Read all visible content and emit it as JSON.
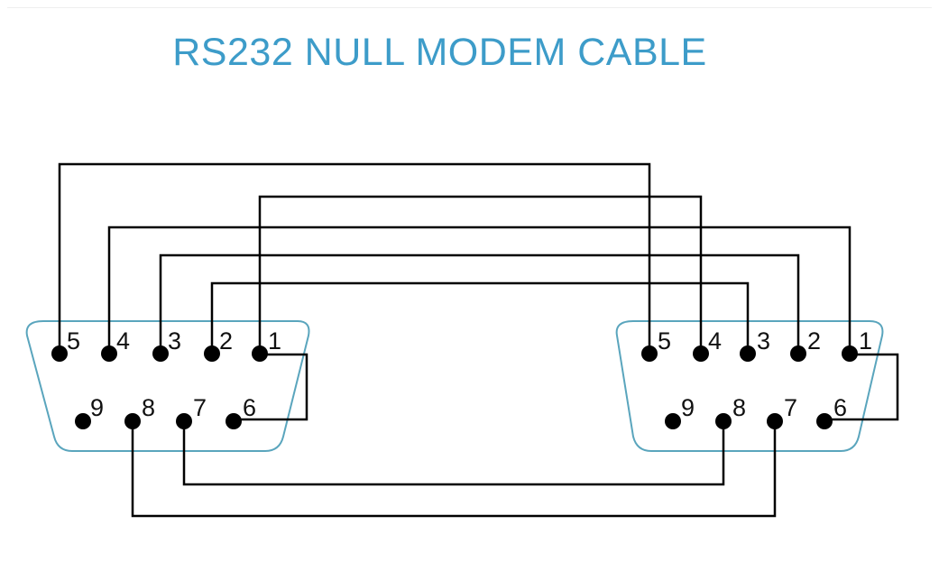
{
  "title": "RS232 NULL MODEM CABLE",
  "colors": {
    "title": "#3d9cc9",
    "connector_outline": "#5aa5bd",
    "wire": "#000000",
    "pin": "#000000"
  },
  "connectors": [
    {
      "id": "left",
      "top_row_pins": [
        "5",
        "4",
        "3",
        "2",
        "1"
      ],
      "bottom_row_pins": [
        "9",
        "8",
        "7",
        "6"
      ]
    },
    {
      "id": "right",
      "top_row_pins": [
        "5",
        "4",
        "3",
        "2",
        "1"
      ],
      "bottom_row_pins": [
        "9",
        "8",
        "7",
        "6"
      ]
    }
  ],
  "connections": [
    {
      "from": "left-5",
      "to": "right-5"
    },
    {
      "from": "left-2",
      "to": "right-3"
    },
    {
      "from": "left-3",
      "to": "right-2"
    },
    {
      "from": "left-4",
      "to": "right-1"
    },
    {
      "from": "left-1",
      "to": "right-4"
    },
    {
      "from": "left-1",
      "to": "left-6"
    },
    {
      "from": "right-1",
      "to": "right-6"
    },
    {
      "from": "left-7",
      "to": "right-8"
    },
    {
      "from": "left-8",
      "to": "right-7"
    }
  ]
}
